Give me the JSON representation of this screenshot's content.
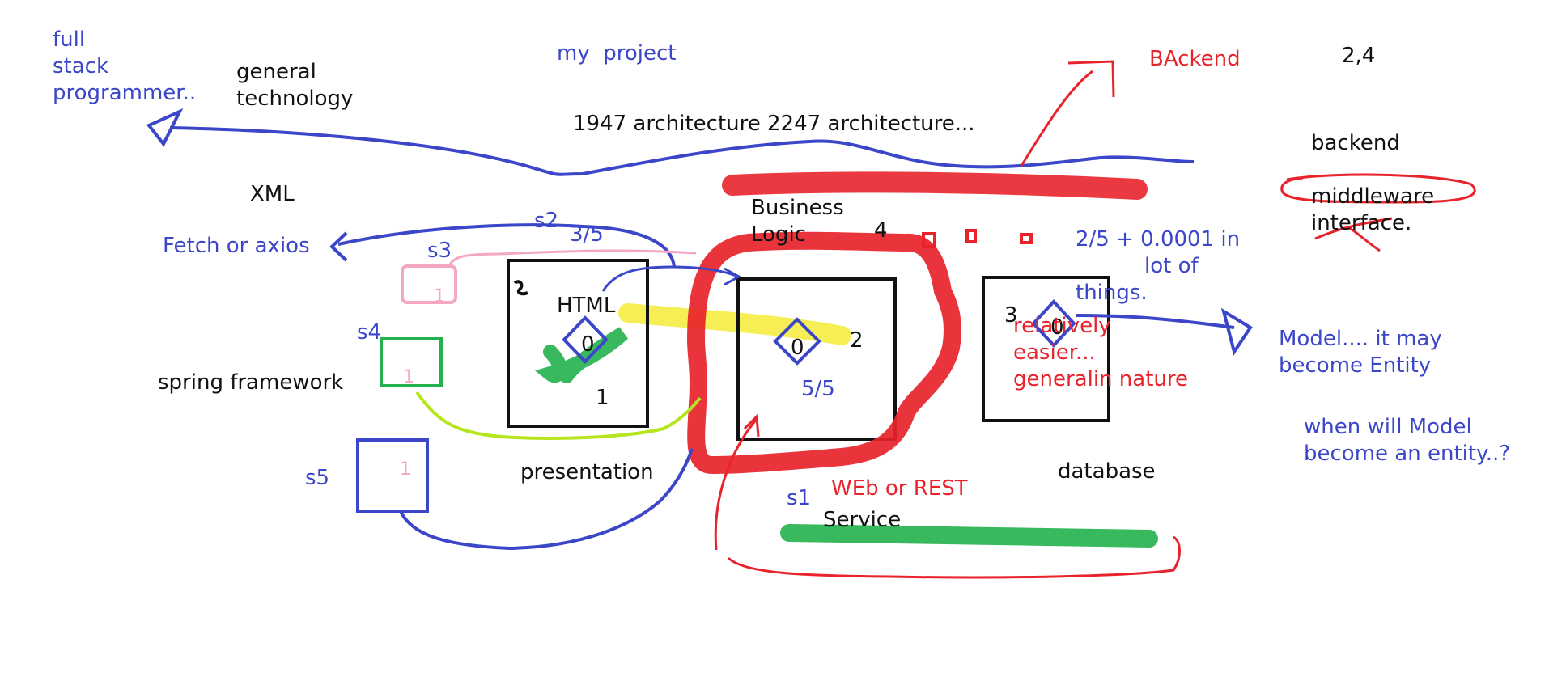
{
  "labels": {
    "full_stack": [
      "full",
      "stack",
      "programmer.."
    ],
    "general_technology": [
      "general",
      "technology"
    ],
    "my_project": "my  project",
    "architecture": "1947 architecture 2247 architecture...",
    "backend_red": "BAckend",
    "two_four": "2,4",
    "backend": "backend",
    "middleware": "middleware",
    "interface": "interface.",
    "xml": "XML",
    "fetch": "Fetch or axios",
    "s1": "s1",
    "s2": "s2",
    "s3": "s3",
    "s4": "s4",
    "s5": "s5",
    "three_fifth": "3/5",
    "business_logic": [
      "Business",
      "Logic"
    ],
    "four": "4",
    "two_fifth": [
      "2/5 + 0.0001 in",
      "lot of",
      "things."
    ],
    "html": "HTML",
    "html_zero": "0",
    "html_one": "1",
    "bl_zero": "0",
    "bl_two": "2",
    "five_fifth": "5/5",
    "db_three": "3",
    "db_zero": "0",
    "relatively": [
      "relatively",
      "easier...",
      "generalin nature"
    ],
    "model": [
      "Model.... it may",
      "become Entity"
    ],
    "when_model": [
      "when will Model",
      "become an entity..?"
    ],
    "spring": "spring framework",
    "presentation": "presentation",
    "database": "database",
    "web_rest": "WEb or REST",
    "service": "Service",
    "pink_one_s3": "1",
    "pink_one_s4": "1",
    "pink_one_s5": "1"
  },
  "colors": {
    "blue": "#3b46c8",
    "red": "#e8232b",
    "green": "#22b14c",
    "yellow": "#f2ea2a",
    "pink": "#f4a6c4",
    "lime": "#b5e61d",
    "black": "#111111"
  }
}
